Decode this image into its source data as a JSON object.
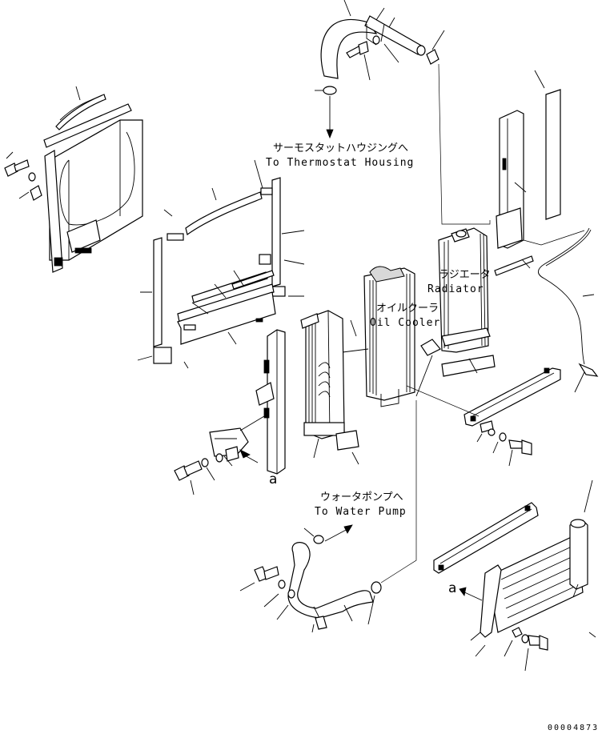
{
  "labels": {
    "thermostat_jp": "サーモスタットハウジングへ",
    "thermostat_en": "To Thermostat Housing",
    "radiator_jp": "ラジエータ",
    "radiator_en": "Radiator",
    "oilcooler_jp": "オイルクーラ",
    "oilcooler_en": "Oil Cooler",
    "waterpump_jp": "ウォータポンプへ",
    "waterpump_en": "To Water Pump",
    "ref_a_left": "a",
    "ref_a_right": "a",
    "drawing_id": "00004873"
  }
}
